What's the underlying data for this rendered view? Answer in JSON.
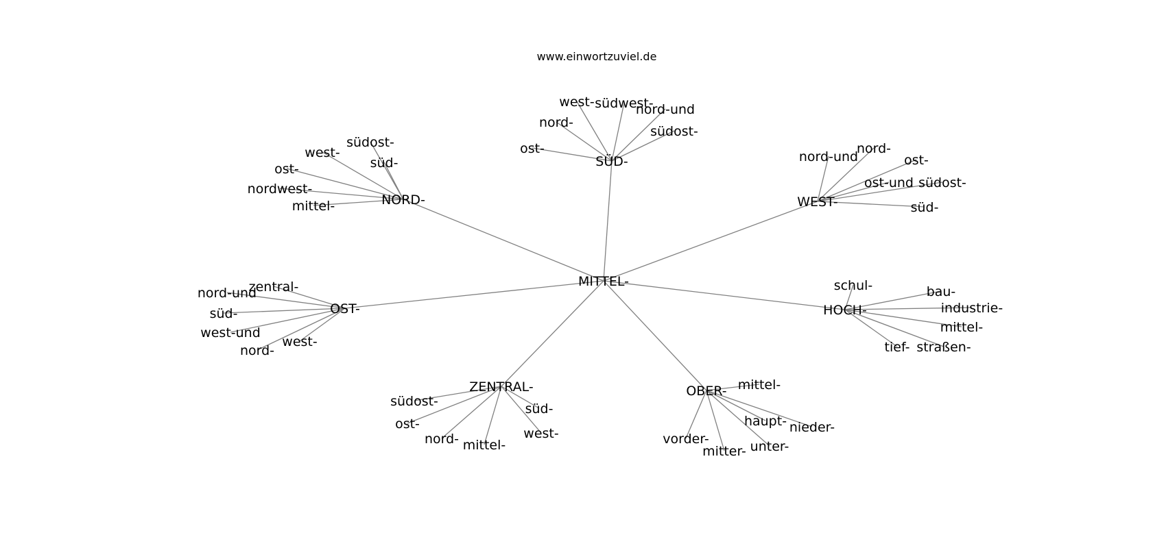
{
  "header": {
    "website": "www.einwortzuviel.de"
  },
  "graph": {
    "root": "MITTEL-",
    "branches": [
      {
        "label": "NORD-",
        "leaves": [
          "südost-",
          "west-",
          "süd-",
          "ost-",
          "nordwest-",
          "mittel-"
        ]
      },
      {
        "label": "SÜD-",
        "leaves": [
          "west-",
          "südwest-",
          "nord-und",
          "nord-",
          "südost-",
          "ost-"
        ]
      },
      {
        "label": "WEST-",
        "leaves": [
          "nord-und",
          "nord-",
          "ost-",
          "ost-und",
          "südost-",
          "süd-"
        ]
      },
      {
        "label": "OST-",
        "leaves": [
          "zentral-",
          "nord-und",
          "süd-",
          "west-und",
          "west-",
          "nord-"
        ]
      },
      {
        "label": "HOCH-",
        "leaves": [
          "schul-",
          "bau-",
          "industrie-",
          "mittel-",
          "tief-",
          "straßen-"
        ]
      },
      {
        "label": "ZENTRAL-",
        "leaves": [
          "südost-",
          "süd-",
          "ost-",
          "west-",
          "nord-",
          "mittel-"
        ]
      },
      {
        "label": "OBER-",
        "leaves": [
          "mittel-",
          "haupt-",
          "nieder-",
          "vorder-",
          "unter-",
          "mitter-"
        ]
      }
    ]
  }
}
